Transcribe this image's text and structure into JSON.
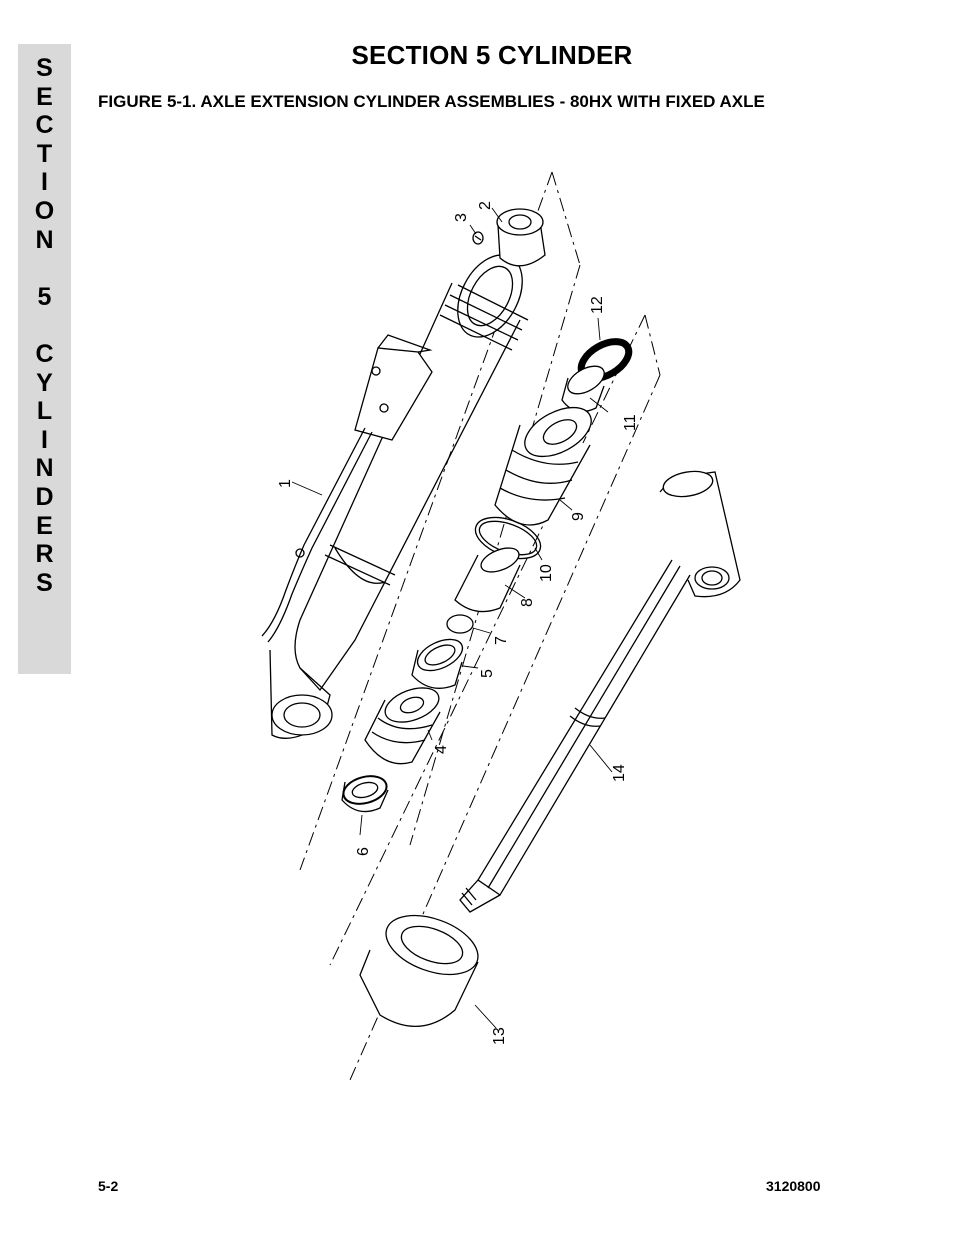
{
  "side_tab": {
    "letters": [
      "S",
      "E",
      "C",
      "T",
      "I",
      "O",
      "N",
      "",
      "5",
      "",
      "C",
      "Y",
      "L",
      "I",
      "N",
      "D",
      "E",
      "R",
      "S"
    ]
  },
  "header": {
    "title": "SECTION 5  CYLINDER"
  },
  "figure": {
    "caption": "FIGURE 5-1.    AXLE EXTENSION CYLINDER ASSEMBLIES - 80HX WITH FIXED AXLE",
    "callouts": {
      "c1": "1",
      "c2": "2",
      "c3": "3",
      "c4": "4",
      "c5": "5",
      "c6": "6",
      "c7": "7",
      "c8": "8",
      "c9": "9",
      "c10": "10",
      "c11": "11",
      "c12": "12",
      "c13": "13",
      "c14": "14"
    }
  },
  "footer": {
    "page_number": "5-2",
    "document_number": "3120800"
  }
}
